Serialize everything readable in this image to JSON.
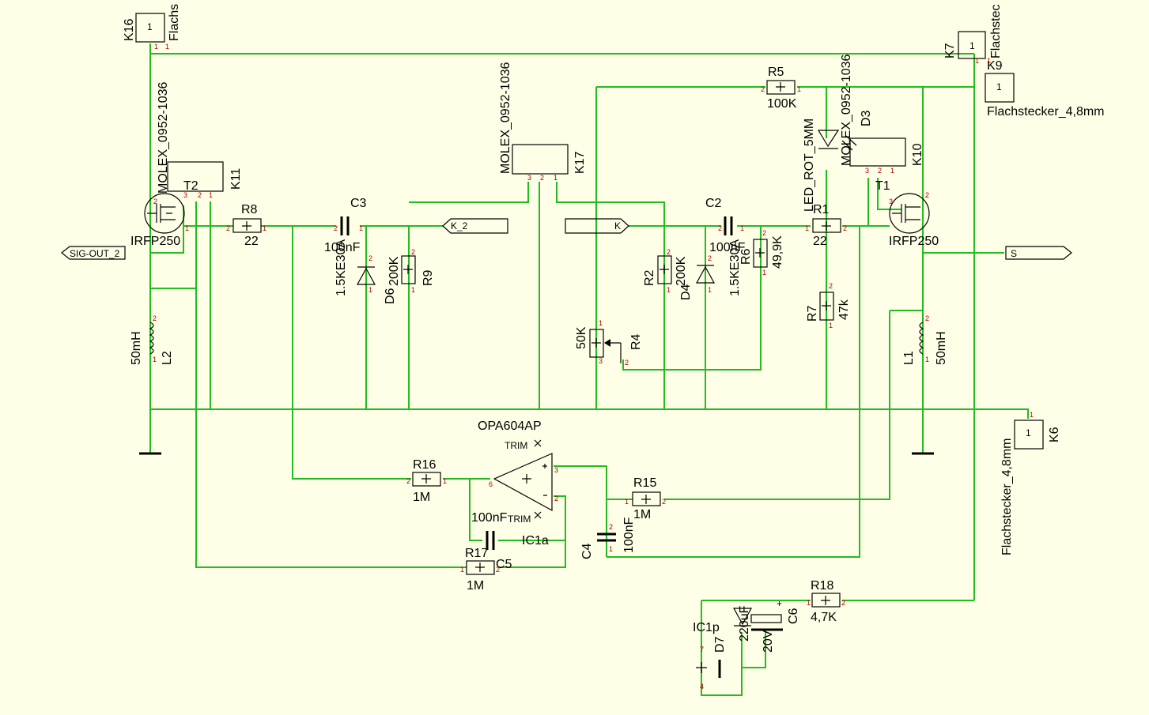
{
  "colors": {
    "background": "#ffffe8",
    "wire": "#22bb22",
    "pin": "#b00000",
    "symbol": "#000000"
  },
  "labels": {
    "K16": "K16",
    "K16_val": "Flachs",
    "K7": "K7",
    "K7_val": "Flachstec",
    "K9": "K9",
    "K9_val": "Flachstecker_4,8mm",
    "K6": "K6",
    "K6_val": "Flachstecker_4,8mm",
    "K11": "K11",
    "K11_val": "MOLEX_0952-1036",
    "K17": "K17",
    "K17_val": "MOLEX_0952-1036",
    "K10": "K10",
    "K10_val": "MOLEX_0952-1036",
    "T2": "T2",
    "T2_val": "IRFP250",
    "T1": "T1",
    "T1_val": "IRFP250",
    "R8": "R8",
    "R8_val": "22",
    "C3": "C3",
    "C3_val": "100nF",
    "D6": "D6",
    "D6_val": "1.5KE30A",
    "R9": "R9",
    "R9_val": "200K",
    "K_2": "K_2",
    "K": "K",
    "R2": "R2",
    "R2_val": "200K",
    "D4": "D4",
    "D4_val": "1.5KE30A",
    "C2": "C2",
    "C2_val": "100nF",
    "R6": "R6",
    "R6_val": "49,9K",
    "R1": "R1",
    "R1_val": "22",
    "R5": "R5",
    "R5_val": "100K",
    "D3": "D3",
    "D3_val": "LED_ROT_5MM",
    "R7": "R7",
    "R7_val": "47k",
    "R4": "R4",
    "R4_val": "50K",
    "L2": "L2",
    "L2_val": "50mH",
    "L1": "L1",
    "L1_val": "50mH",
    "SIG": "SIG-OUT_2",
    "S": "S",
    "OPA": "OPA604AP",
    "TRIM1": "TRIM",
    "TRIM2": "TRIM",
    "R16": "R16",
    "R16_val": "1M",
    "R15": "R15",
    "R15_val": "1M",
    "R17": "R17",
    "R17_val": "1M",
    "C5": "C5",
    "C5_val": "100nF",
    "C4": "C4",
    "C4_val": "100nF",
    "IC1a": "IC1a",
    "IC1p": "IC1p",
    "D7": "D7",
    "D7_val": "20V",
    "C6": "C6",
    "C6_val": "220uF",
    "R18": "R18",
    "R18_val": "4,7K"
  }
}
